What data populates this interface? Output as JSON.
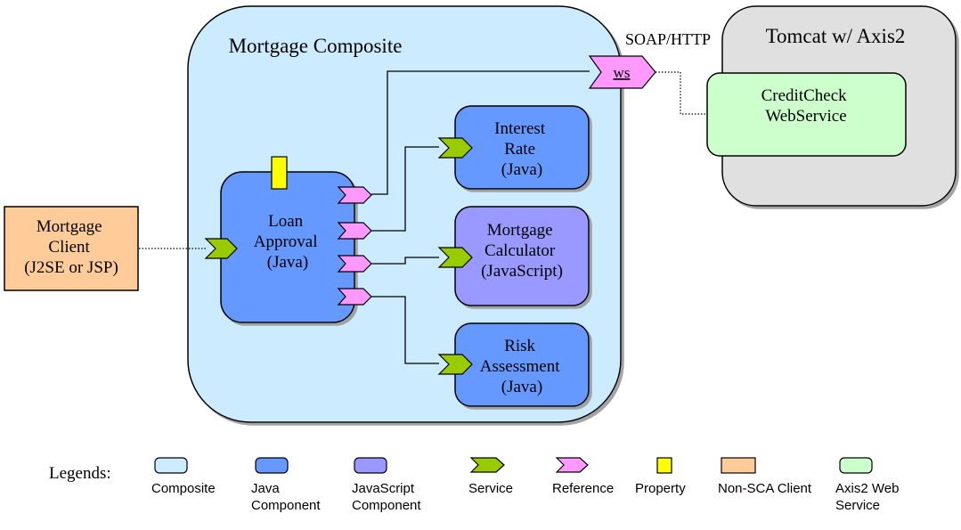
{
  "composite": {
    "title": "Mortgage Composite",
    "color": "#CCEBFF"
  },
  "tomcat": {
    "title": "Tomcat w/ Axis2",
    "color": "#E0E0E0"
  },
  "protocol_label": "SOAP/HTTP",
  "ws_label": "ws",
  "client": {
    "lines": [
      "Mortgage",
      "Client",
      "(J2SE or JSP)"
    ],
    "color": "#FFCC99"
  },
  "components": {
    "loan_approval": {
      "lines": [
        "Loan",
        "Approval",
        "(Java)"
      ],
      "color": "#6699FF"
    },
    "interest_rate": {
      "lines": [
        "Interest",
        "Rate",
        "(Java)"
      ],
      "color": "#6699FF"
    },
    "mortgage_calculator": {
      "lines": [
        "Mortgage",
        "Calculator",
        "(JavaScript)"
      ],
      "color": "#9999FF"
    },
    "risk_assessment": {
      "lines": [
        "Risk",
        "Assessment",
        "(Java)"
      ],
      "color": "#6699FF"
    },
    "credit_check": {
      "lines": [
        "CreditCheck",
        "WebService"
      ],
      "color": "#CCFFCC"
    }
  },
  "colors": {
    "service": "#99CC00",
    "reference": "#FF99FF",
    "property": "#FFFF00"
  },
  "legend": {
    "title": "Legends:",
    "items": [
      {
        "lines": [
          "Composite"
        ],
        "icon": "composite-swatch"
      },
      {
        "lines": [
          "Java",
          "Component"
        ],
        "icon": "java-component-swatch"
      },
      {
        "lines": [
          "JavaScript",
          "Component"
        ],
        "icon": "javascript-component-swatch"
      },
      {
        "lines": [
          "Service"
        ],
        "icon": "service-chevron"
      },
      {
        "lines": [
          "Reference"
        ],
        "icon": "reference-chevron"
      },
      {
        "lines": [
          "Property"
        ],
        "icon": "property-swatch"
      },
      {
        "lines": [
          "Non-SCA Client"
        ],
        "icon": "non-sca-client-swatch"
      },
      {
        "lines": [
          "Axis2 Web",
          "Service"
        ],
        "icon": "axis2-web-service-swatch"
      }
    ]
  }
}
